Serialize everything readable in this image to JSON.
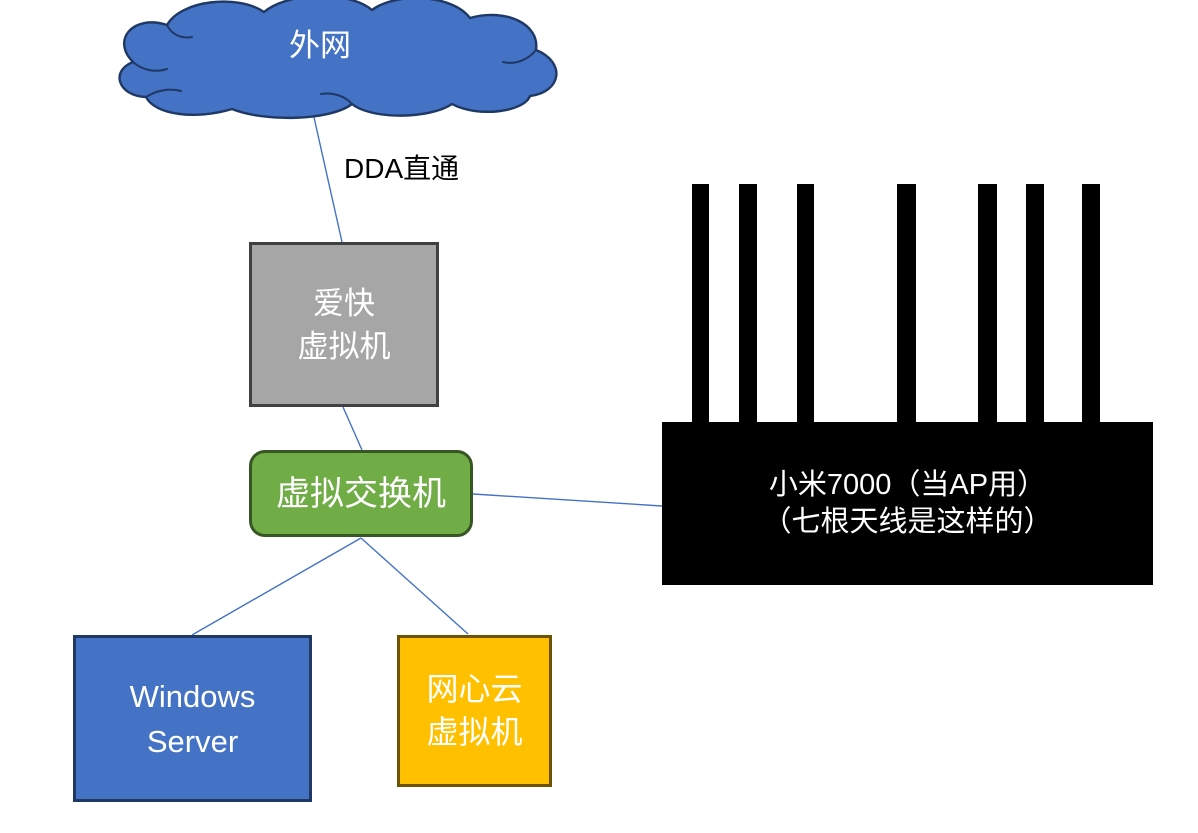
{
  "diagram": {
    "cloud": {
      "label": "外网"
    },
    "link_label": "DDA直通",
    "ikuai_vm": {
      "line1": "爱快",
      "line2": "虚拟机"
    },
    "vswitch": {
      "label": "虚拟交换机"
    },
    "windows_server": {
      "line1": "Windows",
      "line2": "Server"
    },
    "wangxin_vm": {
      "line1": "网心云",
      "line2": "虚拟机"
    },
    "router": {
      "line1": "小米7000（当AP用）",
      "line2": "（七根天线是这样的）",
      "antenna_count": 7
    }
  },
  "colors": {
    "cloud_fill": "#4472C4",
    "cloud_stroke": "#1F3864",
    "ikuai_fill": "#A6A6A6",
    "ikuai_stroke": "#404040",
    "vswitch_fill": "#70AD47",
    "vswitch_stroke": "#375623",
    "windows_fill": "#4472C4",
    "windows_stroke": "#1F3864",
    "wangxin_fill": "#FFC000",
    "wangxin_stroke": "#6B5300",
    "router_fill": "#000000",
    "connector_line": "#4472C4",
    "text_on_shapes": "#FFFFFF",
    "label_text": "#000000"
  }
}
